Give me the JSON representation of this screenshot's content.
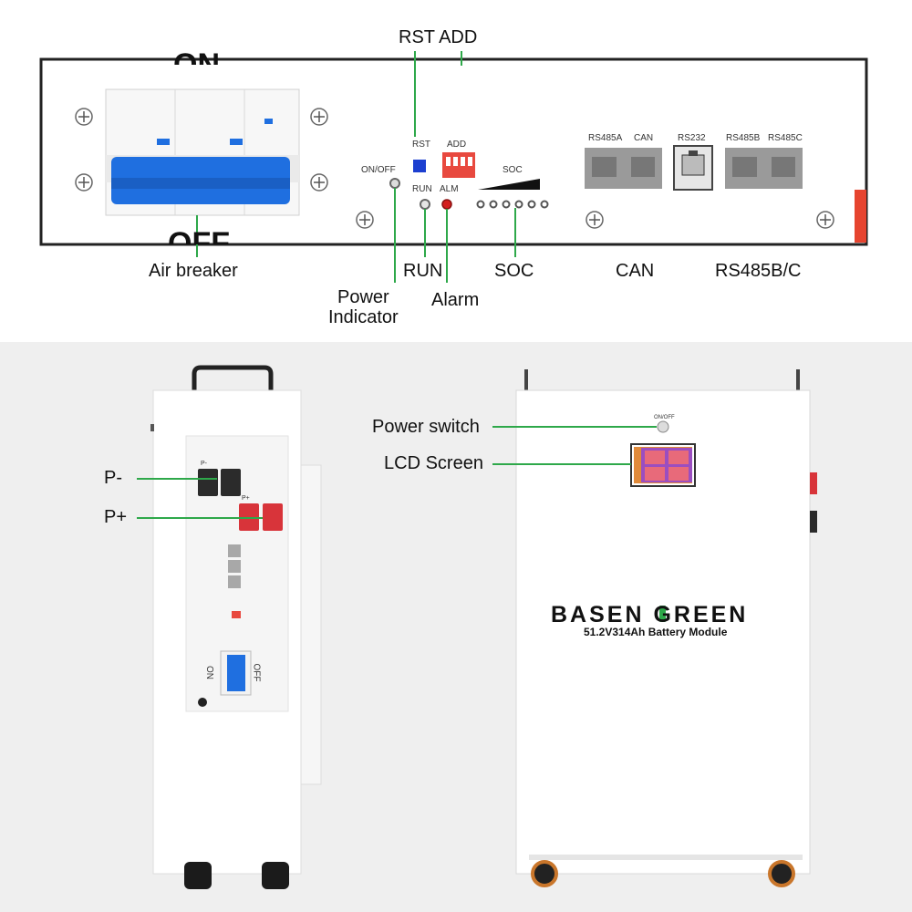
{
  "colors": {
    "callout_line": "#2ea84a",
    "breaker_blue": "#1f6fe0",
    "terminal_red": "#d8343a",
    "terminal_black": "#2b2b2b",
    "panel_border": "#222222",
    "background_bottom": "#efefef"
  },
  "top_panel": {
    "callouts": {
      "rst_add": "RST  ADD",
      "air_breaker": "Air breaker",
      "power_indicator": "Power\nIndicator",
      "run": "RUN",
      "alarm": "Alarm",
      "soc": "SOC",
      "can": "CAN",
      "rs485bc": "RS485B/C"
    },
    "printed": {
      "on": "ON",
      "off": "OFF",
      "on_off": "ON/OFF",
      "rst": "RST",
      "add": "ADD",
      "run": "RUN",
      "alm": "ALM",
      "soc": "SOC",
      "rs485a": "RS485A",
      "can": "CAN",
      "rs232": "RS232",
      "rs485b": "RS485B",
      "rs485c": "RS485C"
    }
  },
  "side_view": {
    "callouts": {
      "p_minus": "P-",
      "p_plus": "P+"
    },
    "printed": {
      "p_minus": "P-",
      "p_plus": "P+",
      "on": "ON",
      "off": "OFF"
    }
  },
  "front_view": {
    "callouts": {
      "power_switch": "Power switch",
      "lcd_screen": "LCD Screen"
    },
    "printed": {
      "on_off": "ON/OFF"
    },
    "logo_text": "BASEN GREEN",
    "model": "51.2V314Ah Battery Module"
  }
}
